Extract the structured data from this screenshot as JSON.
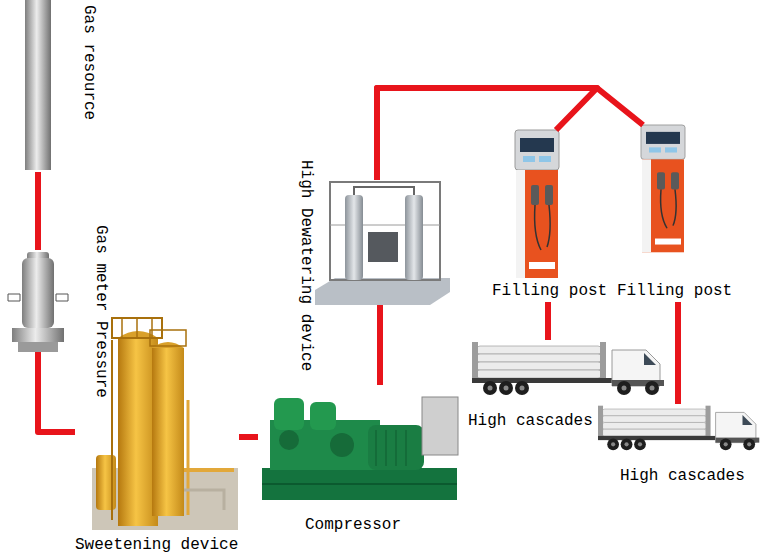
{
  "diagram": {
    "nodes": [
      {
        "text": [
          "Gas resource"
        ]
      },
      {
        "text": [
          "Gas meter Pressure"
        ]
      },
      {
        "text": [
          "Sweetening device"
        ]
      },
      {
        "text": [
          "Compressor"
        ]
      },
      {
        "text": [
          "High Dewatering device"
        ]
      },
      {
        "text": [
          "Filling post"
        ]
      },
      {
        "text": [
          "Filling post"
        ]
      },
      {
        "text": [
          "High cascades"
        ]
      },
      {
        "text": [
          "High cascades"
        ]
      }
    ],
    "edges": [
      {
        "from": 0,
        "to": 1,
        "arrow": "none"
      },
      {
        "from": 1,
        "to": 2,
        "arrow": "none"
      },
      {
        "from": 2,
        "to": 3,
        "arrow": "none"
      },
      {
        "from": 3,
        "to": 4,
        "arrow": "none"
      },
      {
        "from": 4,
        "to": 5,
        "arrow": "none"
      },
      {
        "from": 4,
        "to": 6,
        "arrow": "none"
      },
      {
        "from": 5,
        "to": 7,
        "arrow": "none"
      },
      {
        "from": 6,
        "to": 8,
        "arrow": "none"
      }
    ]
  }
}
